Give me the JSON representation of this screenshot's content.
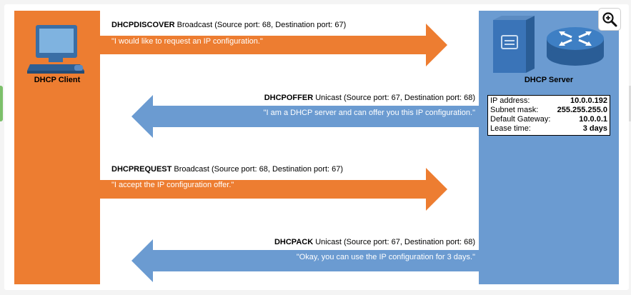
{
  "client": {
    "label": "DHCP Client",
    "icon": "computer-icon",
    "color": "#ed7d31"
  },
  "server": {
    "label": "DHCP Server",
    "icons": [
      "server-icon",
      "router-icon"
    ],
    "color": "#6b9bd1",
    "config": [
      {
        "key": "IP address:",
        "value": "10.0.0.192"
      },
      {
        "key": "Subnet mask:",
        "value": "255.255.255.0"
      },
      {
        "key": "Default Gateway:",
        "value": "10.0.0.1"
      },
      {
        "key": "Lease time:",
        "value": "3 days"
      }
    ]
  },
  "messages": [
    {
      "name": "DHCPDISCOVER",
      "detail": " Broadcast (Source port: 68, Destination port: 67)",
      "quote": "\"I would like to request an IP configuration.\"",
      "direction": "client-to-server"
    },
    {
      "name": "DHCPOFFER",
      "detail": " Unicast (Source port: 67, Destination port: 68)",
      "quote": "\"I am a DHCP server and can offer you this IP configuration.\"",
      "direction": "server-to-client"
    },
    {
      "name": "DHCPREQUEST",
      "detail": " Broadcast (Source port: 68, Destination port: 67)",
      "quote": "\"I accept the IP configuration offer.\"",
      "direction": "client-to-server"
    },
    {
      "name": "DHCPACK",
      "detail": " Unicast (Source port: 67, Destination port: 68)",
      "quote": "\"Okay, you can use the IP configuration for 3 days.\"",
      "direction": "server-to-client"
    }
  ],
  "zoom_icon": "zoom-in-icon"
}
